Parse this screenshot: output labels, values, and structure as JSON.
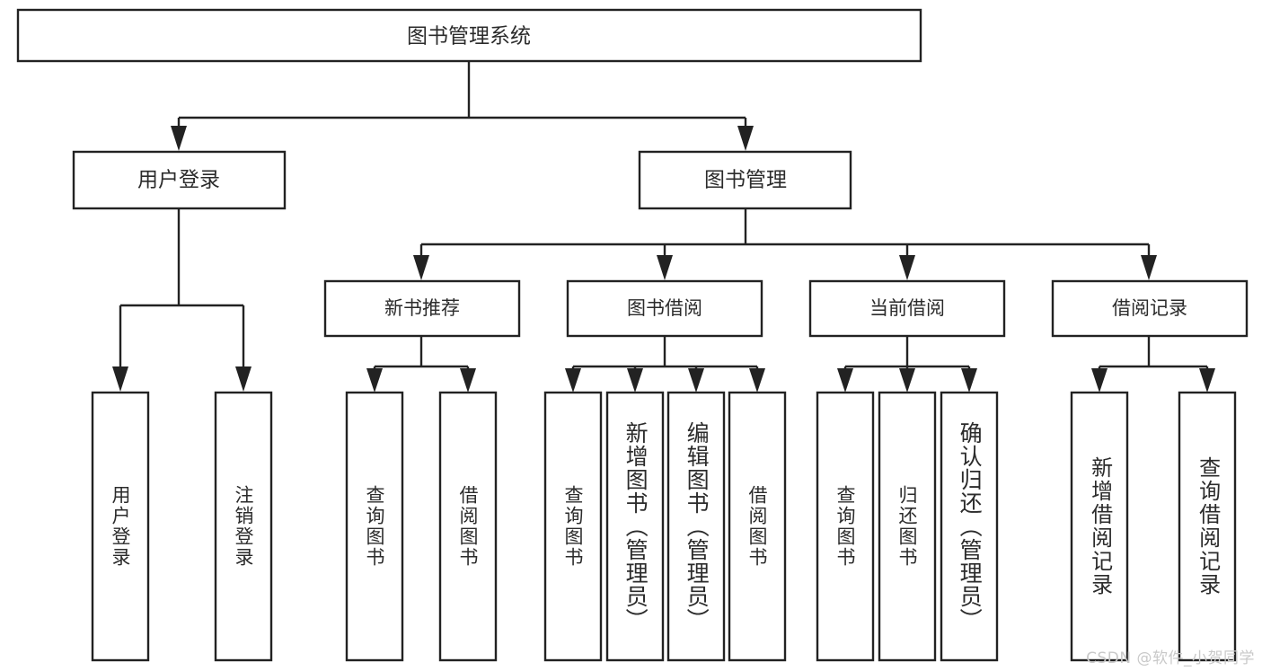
{
  "diagram": {
    "title": "图书管理系统",
    "type": "tree",
    "watermark": "CSDN @软件_小贺同学",
    "colors": {
      "stroke": "#222222",
      "fill": "#ffffff",
      "text": "#2b2b2b",
      "watermark": "#c9c9c9"
    },
    "root": {
      "id": "root",
      "label": "图书管理系统"
    },
    "level1": [
      {
        "id": "user-login",
        "label": "用户登录"
      },
      {
        "id": "book-manage",
        "label": "图书管理"
      }
    ],
    "level2": [
      {
        "id": "new-book-rec",
        "label": "新书推荐",
        "parent": "book-manage"
      },
      {
        "id": "book-borrow",
        "label": "图书借阅",
        "parent": "book-manage"
      },
      {
        "id": "current-borrow",
        "label": "当前借阅",
        "parent": "book-manage"
      },
      {
        "id": "borrow-record",
        "label": "借阅记录",
        "parent": "book-manage"
      }
    ],
    "leaves": [
      {
        "id": "leaf-user-login",
        "label": "用户登录",
        "parent": "user-login"
      },
      {
        "id": "leaf-logout",
        "label": "注销登录",
        "parent": "user-login"
      },
      {
        "id": "leaf-query-book-1",
        "label": "查询图书",
        "parent": "new-book-rec"
      },
      {
        "id": "leaf-borrow-book-1",
        "label": "借阅图书",
        "parent": "new-book-rec"
      },
      {
        "id": "leaf-query-book-2",
        "label": "查询图书",
        "parent": "book-borrow"
      },
      {
        "id": "leaf-add-book",
        "label": "新增图书（管理员）",
        "parent": "book-borrow"
      },
      {
        "id": "leaf-edit-book",
        "label": "编辑图书（管理员）",
        "parent": "book-borrow"
      },
      {
        "id": "leaf-borrow-book-2",
        "label": "借阅图书",
        "parent": "book-borrow"
      },
      {
        "id": "leaf-query-book-3",
        "label": "查询图书",
        "parent": "current-borrow"
      },
      {
        "id": "leaf-return-book",
        "label": "归还图书",
        "parent": "current-borrow"
      },
      {
        "id": "leaf-confirm-return",
        "label": "确认归还（管理员）",
        "parent": "current-borrow"
      },
      {
        "id": "leaf-add-record",
        "label": "新增借阅记录",
        "parent": "borrow-record"
      },
      {
        "id": "leaf-query-record",
        "label": "查询借阅记录",
        "parent": "borrow-record"
      }
    ]
  }
}
